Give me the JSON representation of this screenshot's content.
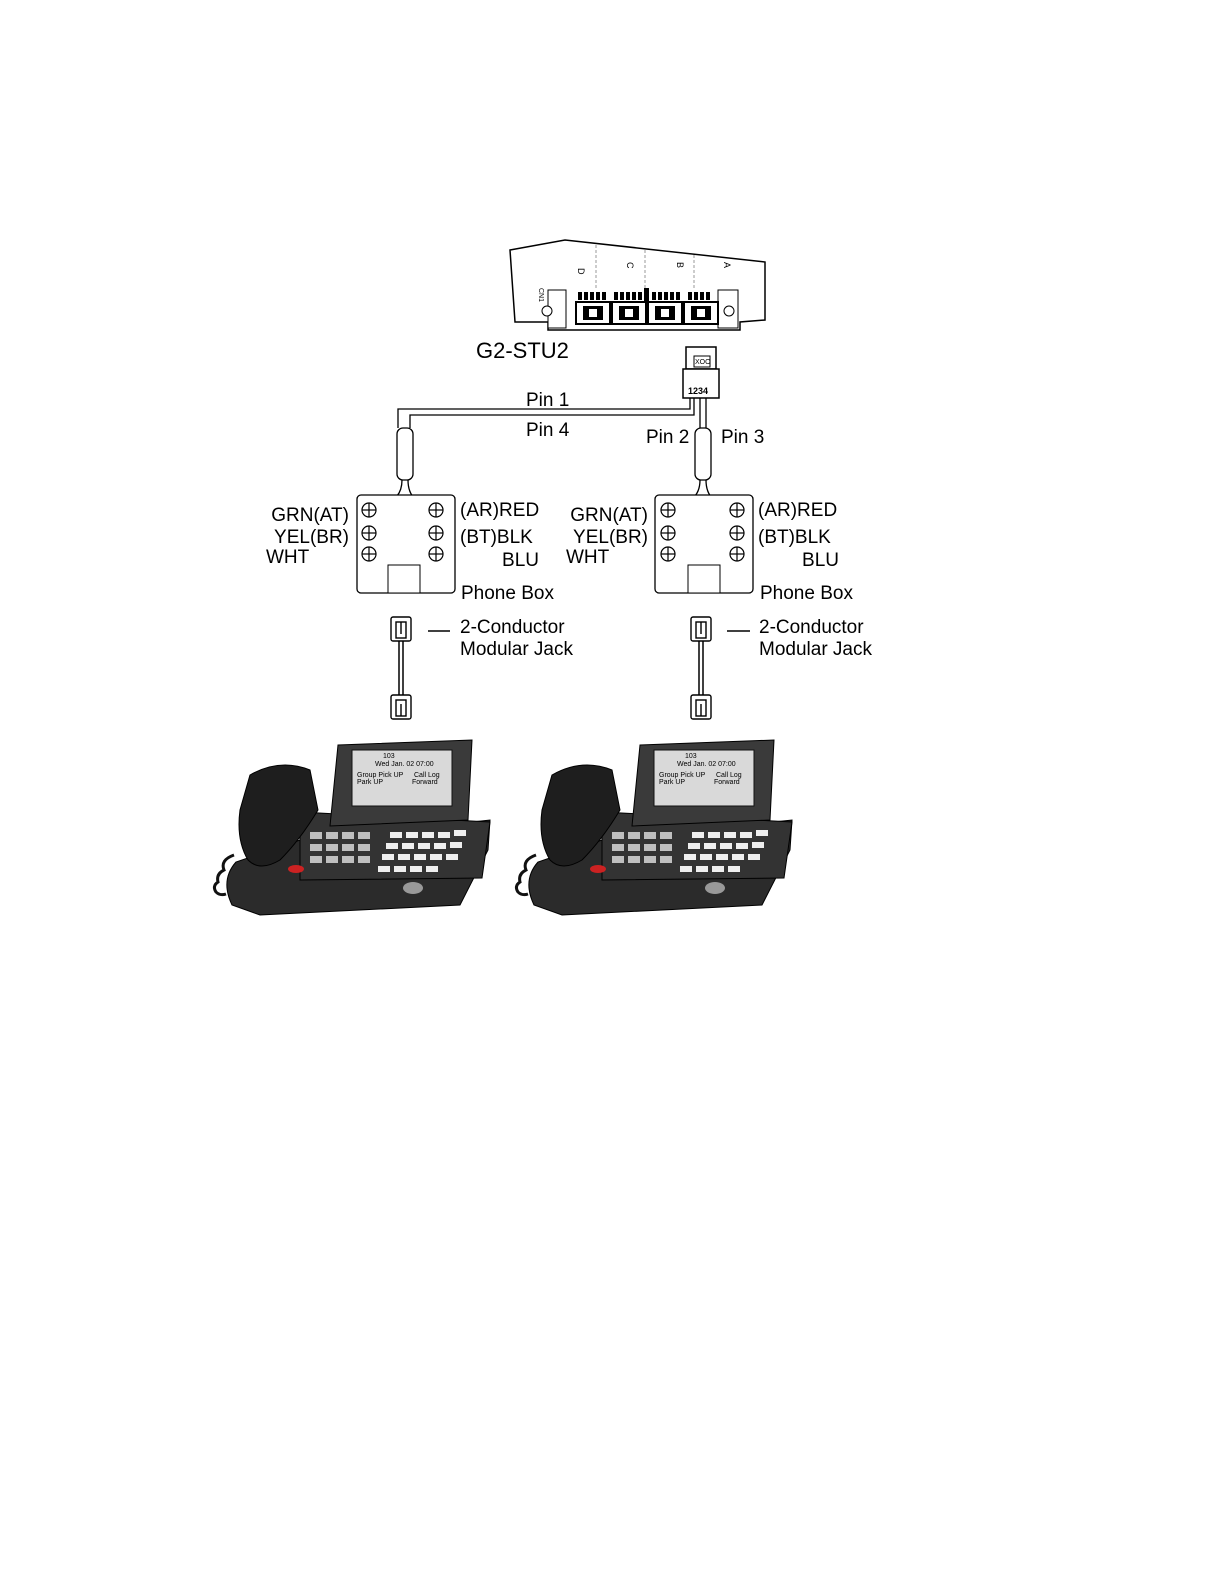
{
  "module": {
    "name": "G2-STU2",
    "connector_label": "CN1",
    "port_labels": [
      "D",
      "C",
      "B",
      "A"
    ],
    "plug_label": "XOO",
    "plug_pins": "1234"
  },
  "wiring": {
    "pin1": "Pin 1",
    "pin4": "Pin 4",
    "pin2": "Pin 2",
    "pin3": "Pin 3"
  },
  "phone_boxes": [
    {
      "left_labels": [
        "GRN(AT)",
        "YEL(BR)",
        "WHT"
      ],
      "right_labels": [
        "(AR)RED",
        "(BT)BLK",
        "BLU"
      ],
      "box_label": "Phone Box",
      "jack_label_line1": "2-Conductor",
      "jack_label_line2": "Modular Jack"
    },
    {
      "left_labels": [
        "GRN(AT)",
        "YEL(BR)",
        "WHT"
      ],
      "right_labels": [
        "(AR)RED",
        "(BT)BLK",
        "BLU"
      ],
      "box_label": "Phone Box",
      "jack_label_line1": "2-Conductor",
      "jack_label_line2": "Modular Jack"
    }
  ],
  "telephones": [
    {
      "screen_lines": [
        "103",
        "Wed Jan. 02 07:00",
        "Group Pick UP",
        "Park UP",
        "Call Log",
        "Forward"
      ]
    },
    {
      "screen_lines": [
        "103",
        "Wed Jan. 02 07:00",
        "Group Pick UP",
        "Park UP",
        "Call Log",
        "Forward"
      ]
    }
  ]
}
